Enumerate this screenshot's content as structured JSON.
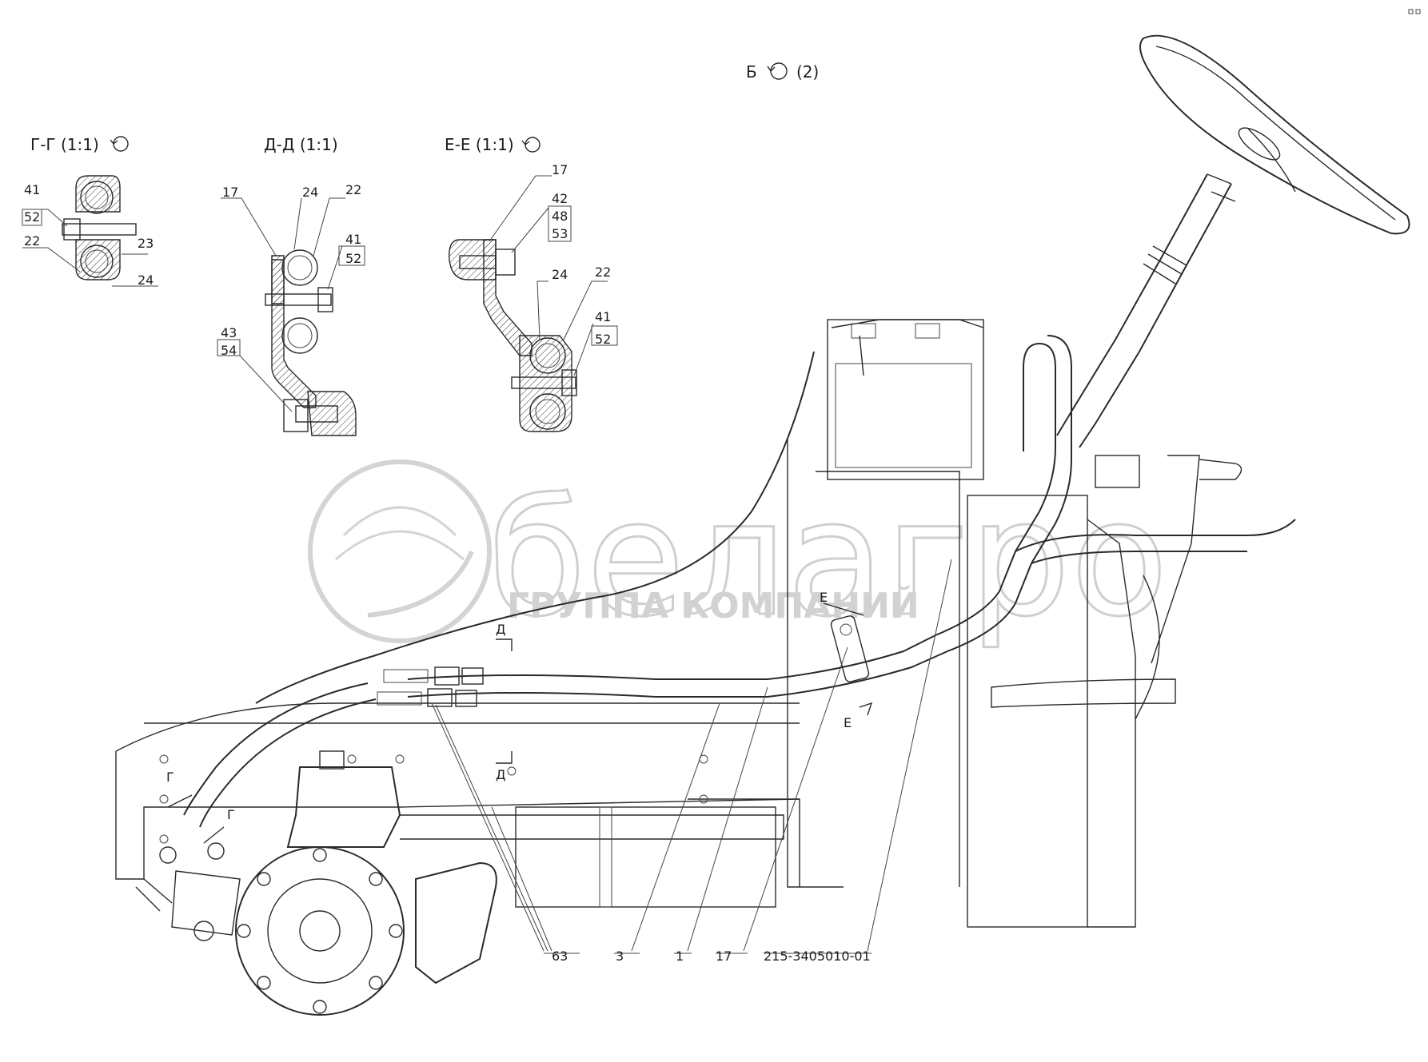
{
  "view_titles": {
    "main_view": "Б",
    "main_view_scale": "(2)",
    "section_g": "Г-Г (1:1)",
    "section_d": "Д-Д (1:1)",
    "section_e": "Е-Е (1:1)"
  },
  "watermark": {
    "brand": "белагро",
    "tagline": "ГРУППА КОМПАНИЙ"
  },
  "section_g_labels": {
    "a": "41",
    "b": "52",
    "c": "22",
    "d": "23",
    "e": "24"
  },
  "section_d_labels": {
    "a": "17",
    "b": "24",
    "c": "22",
    "d": "41",
    "e": "52",
    "f": "43",
    "g": "54"
  },
  "section_e_labels": {
    "a": "17",
    "b": "42",
    "c": "48",
    "d": "53",
    "e": "24",
    "f": "22",
    "g": "41",
    "h": "52"
  },
  "section_marks": {
    "g": "Г",
    "d": "Д",
    "e": "Е"
  },
  "main_callouts": {
    "a": "63",
    "b": "3",
    "c": "1",
    "d": "17"
  },
  "drawing_number": "215-3405010-01",
  "icon_names": {
    "rotation": "rotation-arrow-icon"
  }
}
